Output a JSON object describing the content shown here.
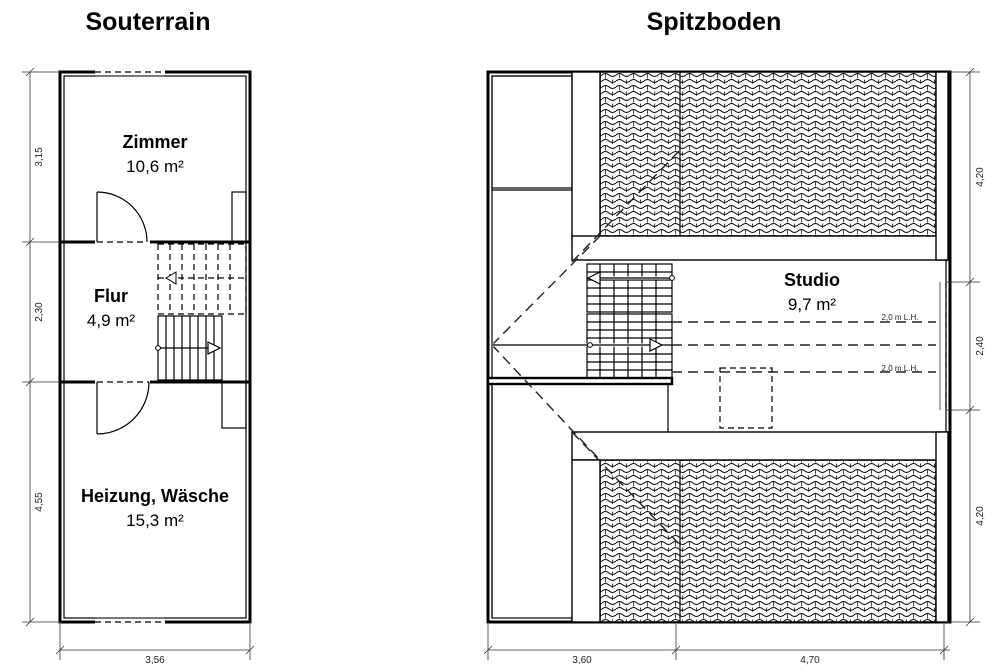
{
  "plans": {
    "left": {
      "title": "Souterrain",
      "rooms": [
        {
          "name": "Zimmer",
          "area": "10,6 m²"
        },
        {
          "name": "Flur",
          "area": "4,9 m²"
        },
        {
          "name": "Heizung, Wäsche",
          "area": "15,3 m²"
        }
      ],
      "dims_vertical": [
        "3,15",
        "2,30",
        "4,55"
      ],
      "dims_horizontal": [
        "3,56"
      ]
    },
    "right": {
      "title": "Spitzboden",
      "rooms": [
        {
          "name": "Studio",
          "area": "9,7 m²"
        }
      ],
      "notes": [
        "2,0 m L.H.",
        "2,0 m L.H."
      ],
      "dims_vertical": [
        "4,20",
        "2,40",
        "4,20"
      ],
      "dims_horizontal": [
        "3,60",
        "4,70"
      ]
    }
  }
}
